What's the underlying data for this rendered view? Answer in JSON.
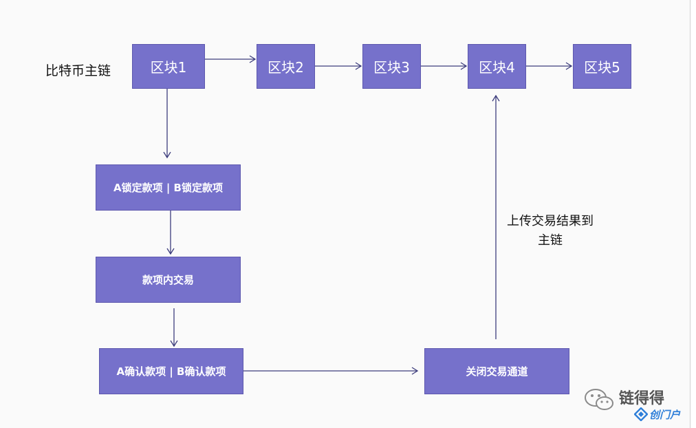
{
  "mainchain_label": "比特币主链",
  "blocks": [
    "区块1",
    "区块2",
    "区块3",
    "区块4",
    "区块5"
  ],
  "steps": {
    "lock": "A锁定款项 | B锁定款项",
    "trade": "款项内交易",
    "confirm": "A确认款项 | B确认款项",
    "close": "关闭交易通道"
  },
  "upload_label": [
    "上传交易结果到",
    "主链"
  ],
  "watermark": {
    "name": "链得得",
    "badge": "创门户"
  },
  "colors": {
    "node_fill": "#7671cb",
    "node_border": "#5c57ad",
    "edge": "#3c3c7c",
    "badge": "#2f7fd9"
  }
}
